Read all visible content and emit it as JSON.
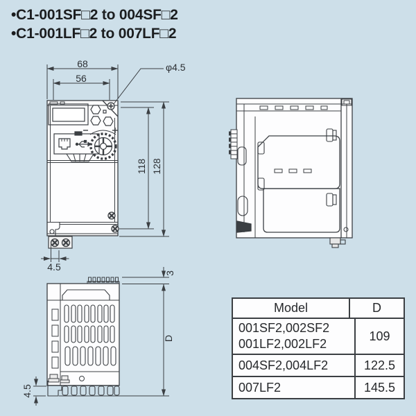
{
  "title": {
    "line1": "•C1-001SF□2 to 004SF□2",
    "line2": "•C1-001LF□2 to 007LF□2"
  },
  "front_view": {
    "dim_width_outer": "68",
    "dim_width_inner": "56",
    "dim_hole_dia": "φ4.5",
    "dim_height_mount": "118",
    "dim_height_overall": "128",
    "dim_foot_offset": "4.5"
  },
  "depth_view": {
    "dim_top_clearance": "3",
    "dim_depth": "D",
    "dim_fin_height": "4.5"
  },
  "table": {
    "header_model": "Model",
    "header_d": "D",
    "rows": [
      {
        "model_line1": "001SF2,002SF2",
        "model_line2": "001LF2,002LF2",
        "d": "109"
      },
      {
        "model_line1": "004SF2,004LF2",
        "d": "122.5"
      },
      {
        "model_line1": "007LF2",
        "d": "145.5"
      }
    ]
  },
  "colors": {
    "background": "#cddfe9",
    "line": "#3b3f43",
    "text": "#26282b"
  }
}
